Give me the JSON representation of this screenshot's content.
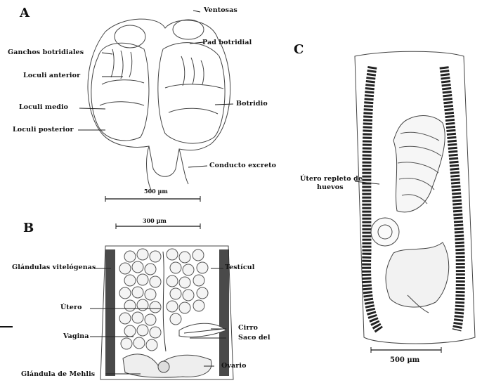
{
  "panels": {
    "a": "A",
    "b": "B",
    "c": "C"
  },
  "panel_a": {
    "labels": {
      "ventosas": "Ventosas",
      "pad": "Pad botridial",
      "ganchos": "Ganchos botridiales",
      "loculi_anterior": "Loculi anterior",
      "loculi_medio": "Loculi medio",
      "loculi_posterior": "Loculi posterior",
      "botridio": "Botridio",
      "conducto": "Conducto excreto"
    },
    "scale": "500 µm"
  },
  "panel_b": {
    "scale": "300 µm",
    "labels": {
      "glandulas": "Glándulas vitelógenas",
      "testicul": "Testícul",
      "utero": "Útero",
      "cirro": "Cirro",
      "vagina": "Vagina",
      "saco": "Saco del",
      "ovario": "Ovario",
      "mehlis": "Glándula de Mehlis"
    }
  },
  "panel_c": {
    "label_line1": "Útero repleto de",
    "label_line2": "huevos",
    "scale": "500 µm"
  },
  "colors": {
    "ink": "#111111",
    "stipple": "#222222",
    "line": "#333333"
  }
}
